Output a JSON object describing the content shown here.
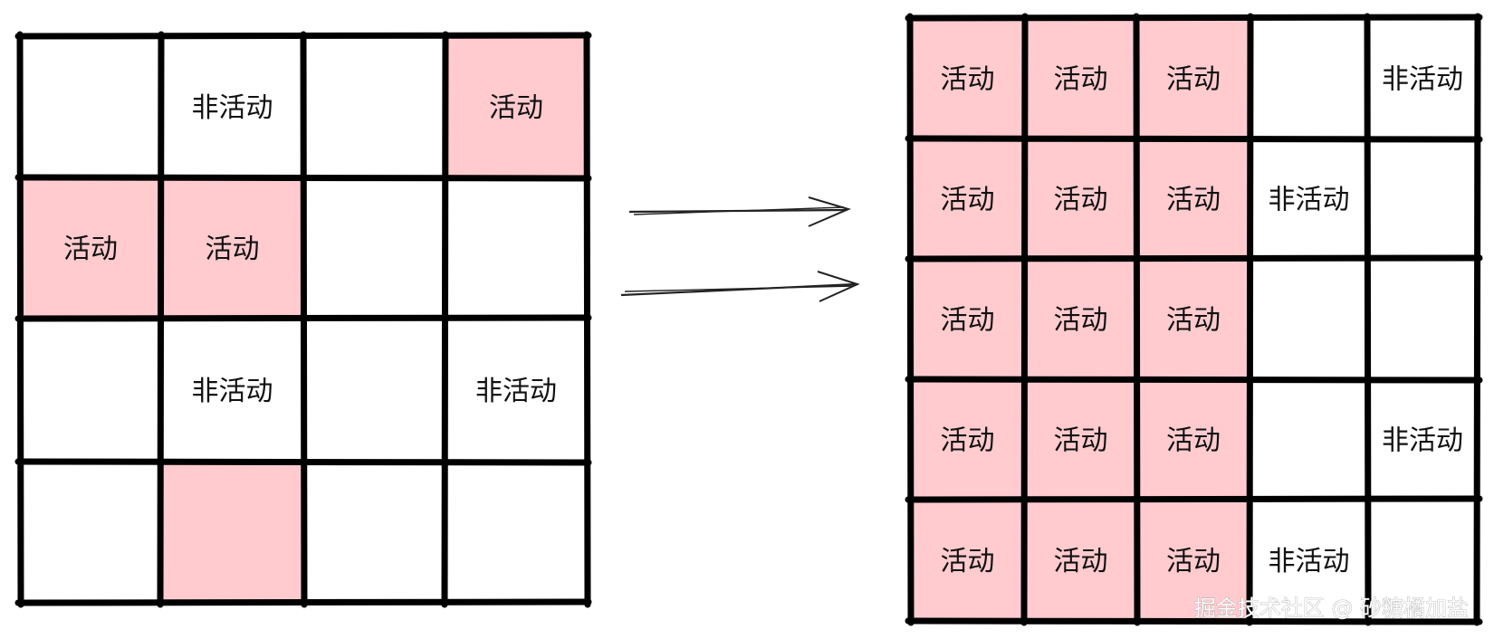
{
  "colors": {
    "active_fill": "#ffcbcf",
    "inactive_fill": "#ffffff",
    "grid_line": "#000000",
    "arrow": "#222222"
  },
  "left_grid": {
    "rows": 4,
    "cols": 4,
    "cells": [
      [
        {
          "state": "blank",
          "label": ""
        },
        {
          "state": "inactive",
          "label": "非活动"
        },
        {
          "state": "blank",
          "label": ""
        },
        {
          "state": "active",
          "label": "活动"
        }
      ],
      [
        {
          "state": "active",
          "label": "活动"
        },
        {
          "state": "active",
          "label": "活动"
        },
        {
          "state": "blank",
          "label": ""
        },
        {
          "state": "blank",
          "label": ""
        }
      ],
      [
        {
          "state": "blank",
          "label": ""
        },
        {
          "state": "inactive",
          "label": "非活动"
        },
        {
          "state": "blank",
          "label": ""
        },
        {
          "state": "inactive",
          "label": "非活动"
        }
      ],
      [
        {
          "state": "blank",
          "label": ""
        },
        {
          "state": "active",
          "label": ""
        },
        {
          "state": "blank",
          "label": ""
        },
        {
          "state": "blank",
          "label": ""
        }
      ]
    ]
  },
  "right_grid": {
    "rows": 5,
    "cols": 5,
    "cells": [
      [
        {
          "state": "active",
          "label": "活动"
        },
        {
          "state": "active",
          "label": "活动"
        },
        {
          "state": "active",
          "label": "活动"
        },
        {
          "state": "blank",
          "label": ""
        },
        {
          "state": "inactive",
          "label": "非活动"
        }
      ],
      [
        {
          "state": "active",
          "label": "活动"
        },
        {
          "state": "active",
          "label": "活动"
        },
        {
          "state": "active",
          "label": "活动"
        },
        {
          "state": "inactive",
          "label": "非活动"
        },
        {
          "state": "blank",
          "label": ""
        }
      ],
      [
        {
          "state": "active",
          "label": "活动"
        },
        {
          "state": "active",
          "label": "活动"
        },
        {
          "state": "active",
          "label": "活动"
        },
        {
          "state": "blank",
          "label": ""
        },
        {
          "state": "blank",
          "label": ""
        }
      ],
      [
        {
          "state": "active",
          "label": "活动"
        },
        {
          "state": "active",
          "label": "活动"
        },
        {
          "state": "active",
          "label": "活动"
        },
        {
          "state": "blank",
          "label": ""
        },
        {
          "state": "inactive",
          "label": "非活动"
        }
      ],
      [
        {
          "state": "active",
          "label": "活动"
        },
        {
          "state": "active",
          "label": "活动"
        },
        {
          "state": "active",
          "label": "活动"
        },
        {
          "state": "inactive",
          "label": "非活动"
        },
        {
          "state": "blank",
          "label": ""
        }
      ]
    ]
  },
  "arrows": {
    "count": 2
  },
  "watermark": {
    "text": "掘金技术社区 @ 砂糖橘加盐"
  }
}
